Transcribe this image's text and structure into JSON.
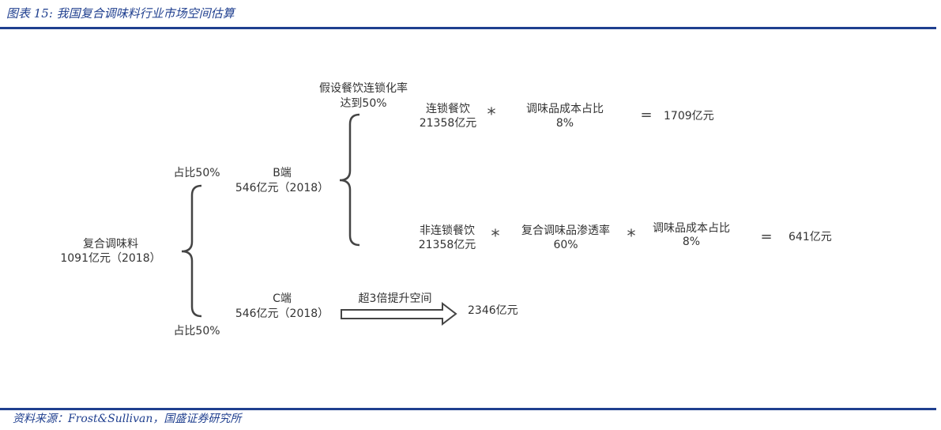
{
  "title": "图表 15:  我国复合调味料行业市场空间估算",
  "source": "资料来源：Frost&Sullivan，国盛证券研究所",
  "root": {
    "name": "复合调味料",
    "value": "1091亿元（2018）"
  },
  "share_top": "占比50%",
  "share_bottom": "占比50%",
  "b_end": {
    "name": "B端",
    "value": "546亿元（2018）"
  },
  "c_end": {
    "name": "C端",
    "value": "546亿元（2018）"
  },
  "assumption": {
    "line1": "假设餐饮连锁化率",
    "line2": "达到50%"
  },
  "chain": {
    "name": "连锁餐饮",
    "value": "21358亿元",
    "op1": "*",
    "factor_name": "调味品成本占比",
    "factor_value": "8%",
    "eq": "=",
    "result": "1709亿元"
  },
  "nonchain": {
    "name": "非连锁餐饮",
    "value": "21358亿元",
    "op1": "*",
    "pen_name": "复合调味品渗透率",
    "pen_value": "60%",
    "op2": "*",
    "factor_name": "调味品成本占比",
    "factor_value": "8%",
    "eq": "=",
    "result": "641亿元"
  },
  "c_growth": {
    "label": "超3倍提升空间",
    "result": "2346亿元"
  }
}
